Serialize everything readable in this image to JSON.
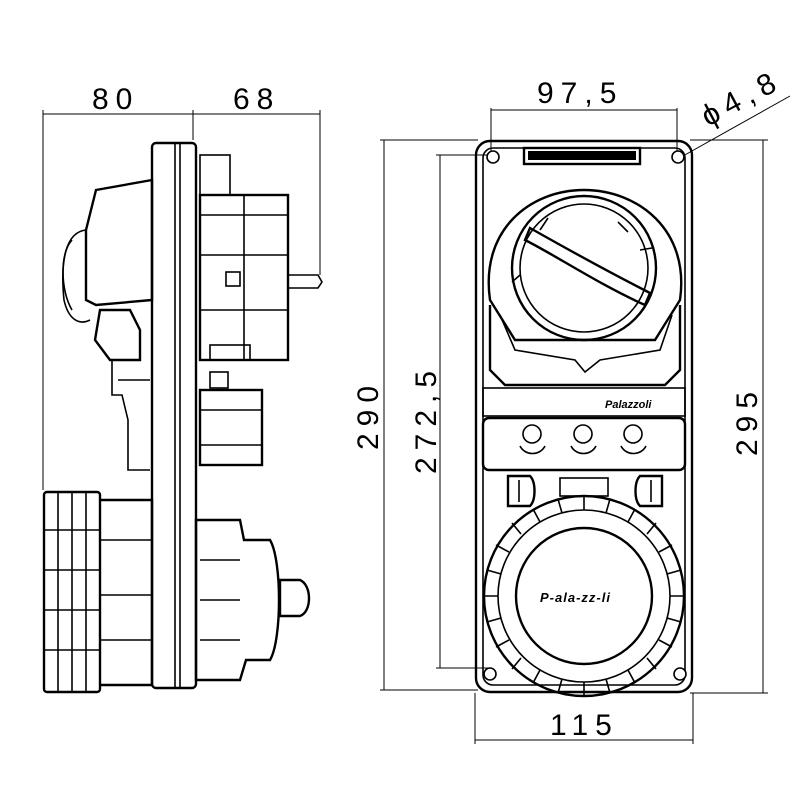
{
  "dimensions": {
    "side_depth_left": "80",
    "side_depth_right": "68",
    "top_hole_spacing": "97,5",
    "hole_diameter": "ϕ4,8",
    "height_overall": "290",
    "height_hole_spacing": "272,5",
    "height_right": "295",
    "width_bottom": "115"
  },
  "labels": {
    "brand_top": "Palazzoli",
    "brand_socket": "P-ala-zz-li"
  }
}
